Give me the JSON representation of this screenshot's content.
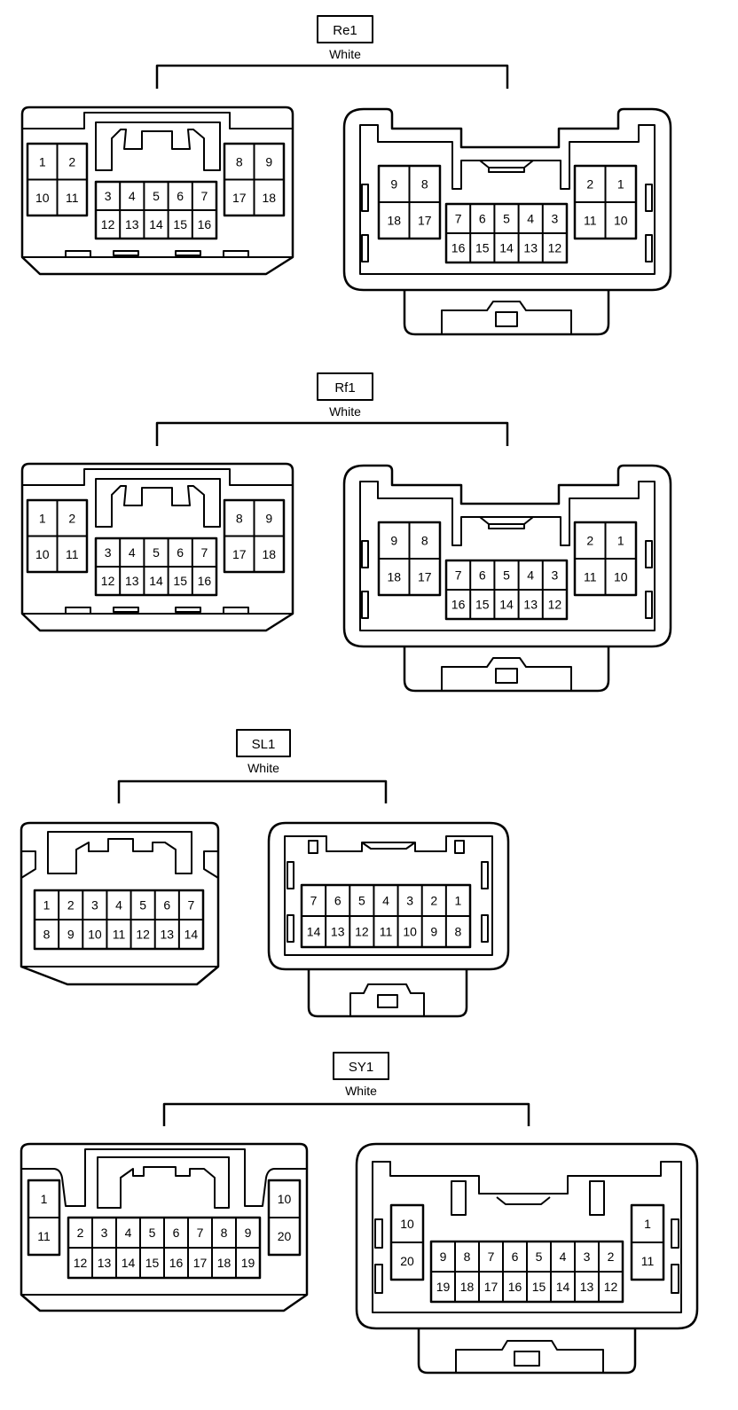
{
  "connectors": [
    {
      "id": "Re1",
      "color": "White",
      "male_face": {
        "cells": [
          [
            [
              1,
              2,
              10,
              11
            ],
            "1"
          ],
          [
            [
              2,
              2,
              10,
              11
            ],
            "2"
          ],
          [
            [
              1,
              3,
              10,
              11
            ],
            "10"
          ],
          [
            [
              2,
              3,
              10,
              11
            ],
            "11"
          ]
        ]
      }
    },
    {
      "id": "Rf1",
      "color": "White"
    },
    {
      "id": "SL1",
      "color": "White"
    },
    {
      "id": "SY1",
      "color": "White"
    }
  ]
}
